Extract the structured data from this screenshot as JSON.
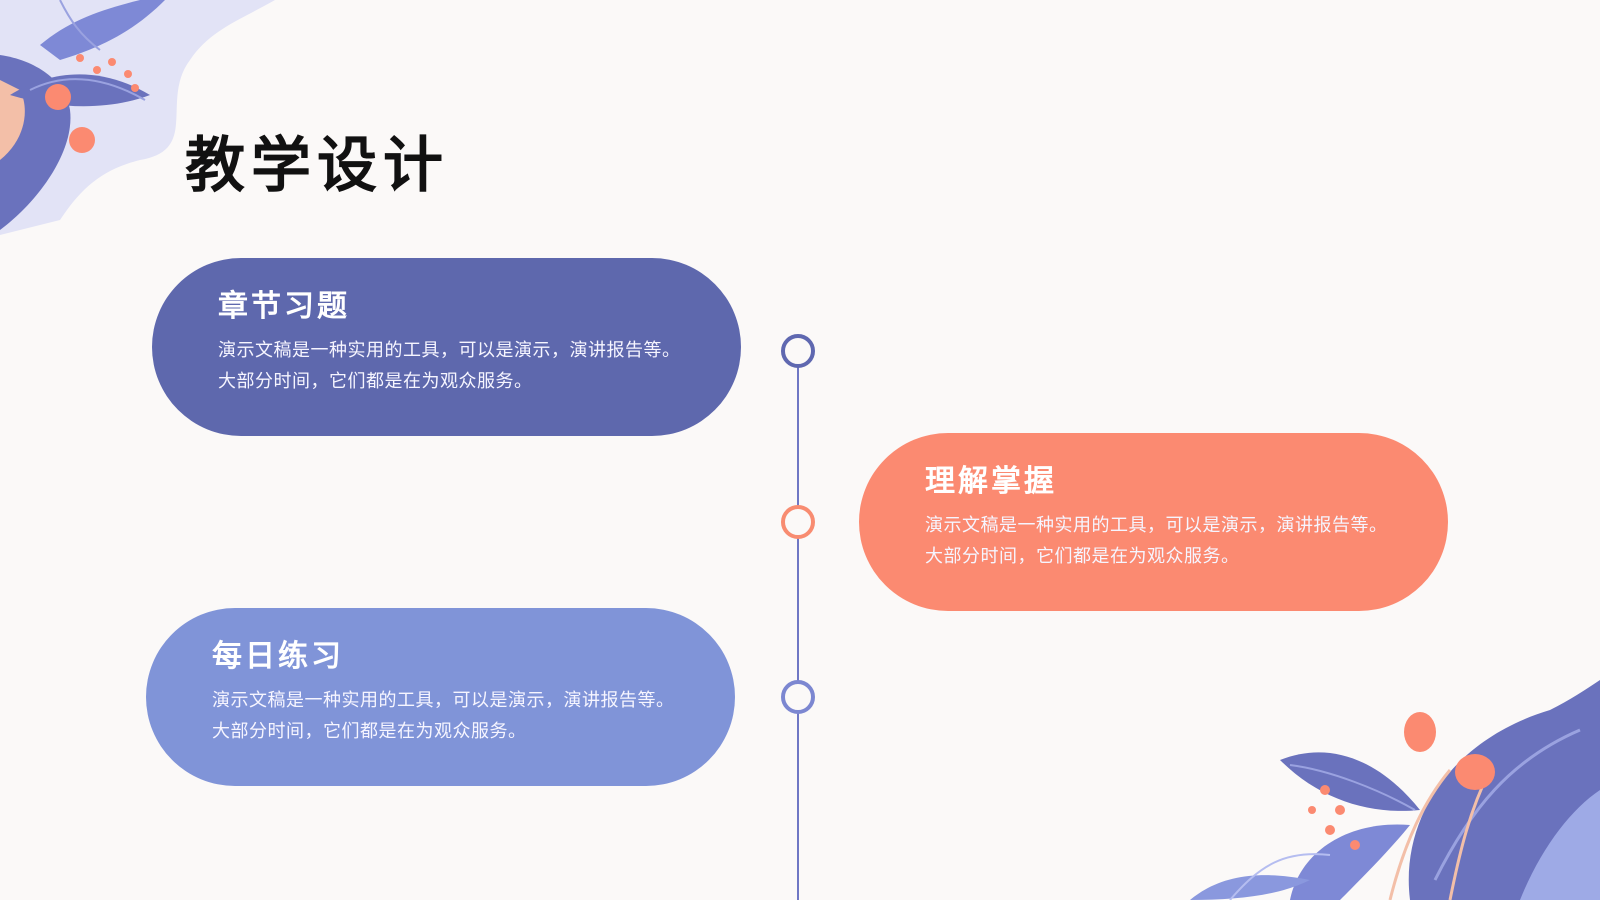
{
  "slide": {
    "title": "教学设计"
  },
  "timeline": {
    "items": [
      {
        "title": "章节习题",
        "body": "演示文稿是一种实用的工具，可以是演示，演讲报告等。大部分时间，它们都是在为观众服务。",
        "color": "#5e68ad"
      },
      {
        "title": "理解掌握",
        "body": "演示文稿是一种实用的工具，可以是演示，演讲报告等。大部分时间，它们都是在为观众服务。",
        "color": "#fb8a71"
      },
      {
        "title": "每日练习",
        "body": "演示文稿是一种实用的工具，可以是演示，演讲报告等。大部分时间，它们都是在为观众服务。",
        "color": "#8094d8"
      }
    ]
  },
  "decorations": {
    "top_left": "floral-leaves-illustration",
    "bottom_right": "floral-leaves-illustration"
  }
}
